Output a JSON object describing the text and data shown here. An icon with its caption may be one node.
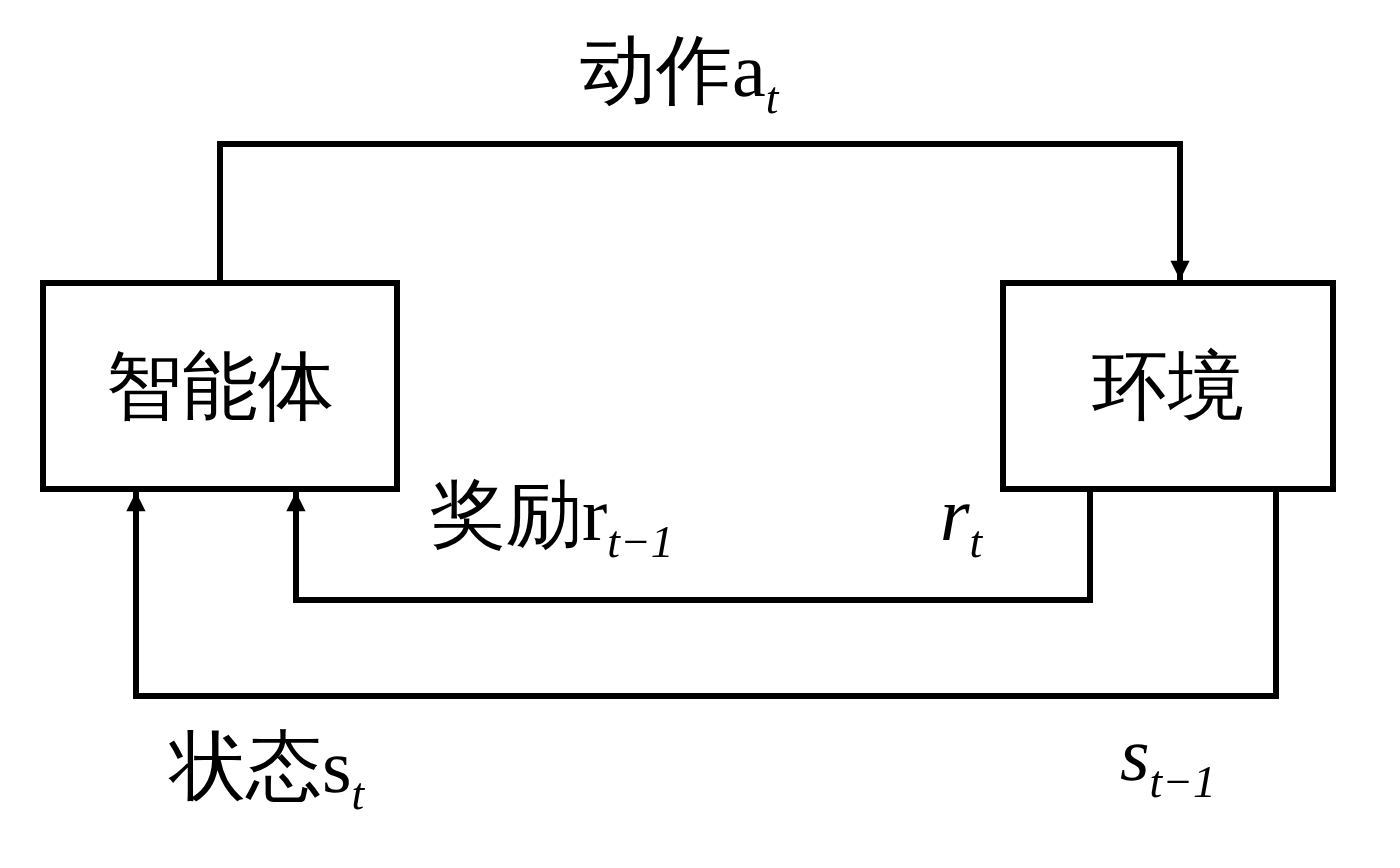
{
  "diagram": {
    "nodes": [
      {
        "text": [
          "智能体"
        ]
      },
      {
        "text": [
          "环境"
        ]
      }
    ],
    "edges": [
      {
        "from": 0,
        "to": 1,
        "arrow": "to",
        "label": "动作a$_{t}$"
      },
      {
        "from": 1,
        "to": 0,
        "arrow": "to",
        "label": "奖励r$_{t−1}$"
      },
      {
        "from": 1,
        "to": 0,
        "arrow": "to",
        "label": "状态s$_{t}$"
      }
    ],
    "labels": [
      "*r*$_{t}$",
      "*s*$_{t−1}$"
    ]
  }
}
